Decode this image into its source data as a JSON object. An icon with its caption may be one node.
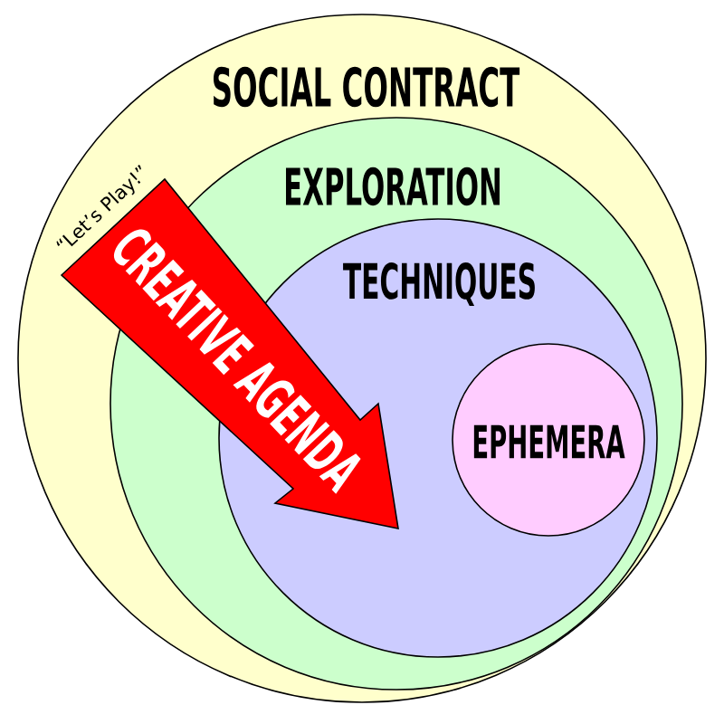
{
  "diagram": {
    "nodes": [
      {
        "text": [
          "SOCIAL CONTRACT"
        ]
      },
      {
        "text": [
          "EXPLORATION"
        ],
        "in": 0
      },
      {
        "text": [
          "TECHNIQUES"
        ],
        "in": 1
      },
      {
        "text": [
          "EPHEMERA"
        ],
        "in": 2
      },
      {
        "text": [
          "CREATIVE AGENDA"
        ],
        "beside": [
          "“Let’s Play!”"
        ],
        "in": 0
      }
    ]
  }
}
